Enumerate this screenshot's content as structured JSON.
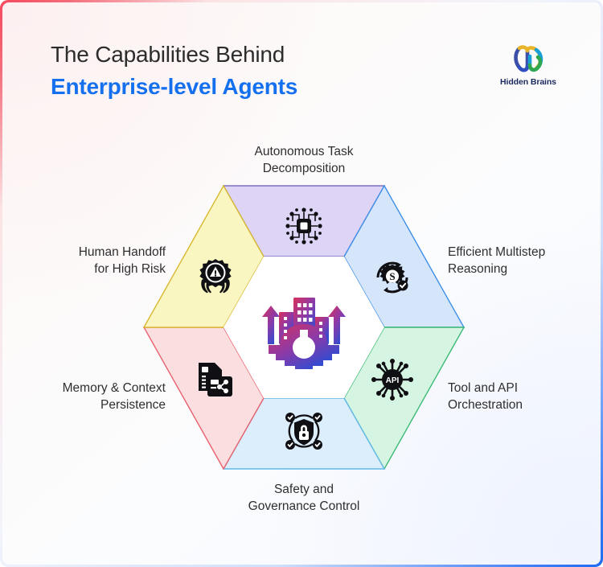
{
  "header": {
    "title_line1": "The Capabilities Behind",
    "title_line2": "Enterprise-level Agents",
    "title_accent_color": "#1570f0"
  },
  "logo": {
    "name": "Hidden Brains",
    "mark_colors": [
      "#2f4fbf",
      "#e8b52a",
      "#1aa0d8",
      "#2fa84f"
    ]
  },
  "diagram": {
    "type": "hexagon-segments",
    "center": {
      "icon": "gear-buildings-growth-icon",
      "gradient_from": "#d9315c",
      "gradient_to": "#1f4fd8"
    },
    "segments": [
      {
        "position": "top",
        "label_line1": "Autonomous Task",
        "label_line2": "Decomposition",
        "fill": "#ddd4f6",
        "stroke": "#7e6fc0",
        "icon": "cpu-chip-circuit-icon"
      },
      {
        "position": "top-right",
        "label_line1": "Efficient Multistep",
        "label_line2": "Reasoning",
        "fill": "#d5e6fb",
        "stroke": "#3f8fe8",
        "icon": "gear-refresh-cycle-check-icon"
      },
      {
        "position": "bottom-right",
        "label_line1": "Tool and API",
        "label_line2": "Orchestration",
        "fill": "#d5f5e2",
        "stroke": "#3dbb74",
        "icon": "api-chip-node-icon"
      },
      {
        "position": "bottom",
        "label_line1": "Safety and",
        "label_line2": "Governance Control",
        "fill": "#dcedfb",
        "stroke": "#62b8e8",
        "icon": "shield-lock-verified-icon"
      },
      {
        "position": "bottom-left",
        "label_line1": "Memory & Context",
        "label_line2": "Persistence",
        "fill": "#fbdedf",
        "stroke": "#e8616e",
        "icon": "document-share-memory-icon"
      },
      {
        "position": "top-left",
        "label_line1": "Human Handoff",
        "label_line2": "for High Risk",
        "fill": "#faf6c2",
        "stroke": "#d9b830",
        "icon": "hands-warning-gear-icon"
      }
    ]
  },
  "frame": {
    "gradient_start": "#f8485e",
    "gradient_end": "#1f6bf0"
  }
}
